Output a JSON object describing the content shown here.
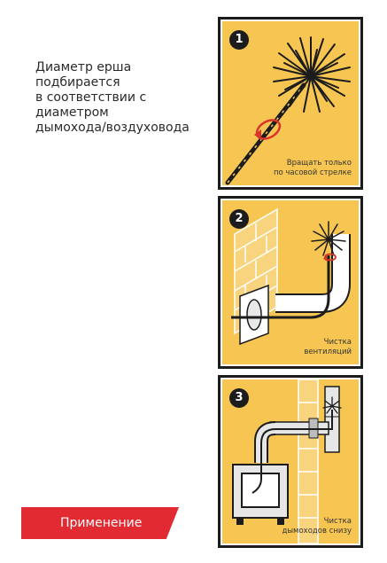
{
  "intro": {
    "lines": [
      "Диаметр ерша подбирается",
      "в соответствии с диаметром",
      "дымохода/воздуховода"
    ]
  },
  "panels": [
    {
      "number": "1",
      "caption": [
        "Вращать только",
        "по часовой стрелке"
      ]
    },
    {
      "number": "2",
      "caption": [
        "Чистка",
        "вентиляций"
      ]
    },
    {
      "number": "3",
      "caption": [
        "Чистка",
        "дымоходов снизу"
      ]
    }
  ],
  "ribbon": {
    "label": "Применение"
  },
  "colors": {
    "panel_bg": "#f7c652",
    "outline": "#1c1c1c",
    "accent_red": "#e12a31",
    "arrow_red": "#d9342b"
  },
  "icons": [
    "chimney-brush-icon",
    "rotation-arrow-icon",
    "brick-wall-icon",
    "vent-grille-icon",
    "stove-icon",
    "chimney-pipe-icon"
  ]
}
